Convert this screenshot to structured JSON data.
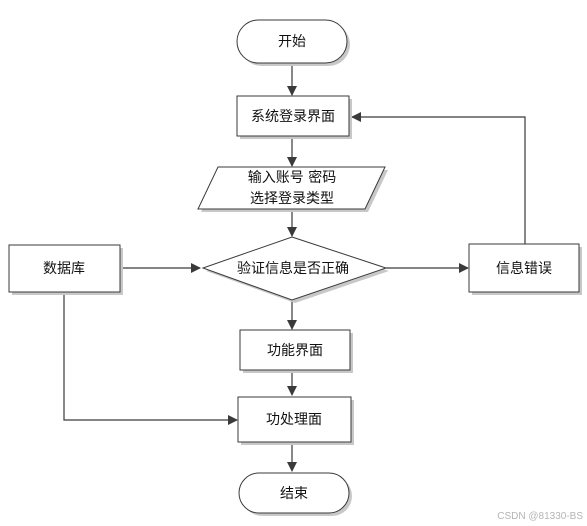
{
  "nodes": {
    "start": "开始",
    "login_ui": "系统登录界面",
    "input_line1": "输入账号 密码",
    "input_line2": "选择登录类型",
    "database": "数据库",
    "verify": "验证信息是否正确",
    "error": "信息错误",
    "function_ui": "功能界面",
    "process": "功处理面",
    "end": "结束"
  },
  "watermark": "CSDN @81330-BS"
}
